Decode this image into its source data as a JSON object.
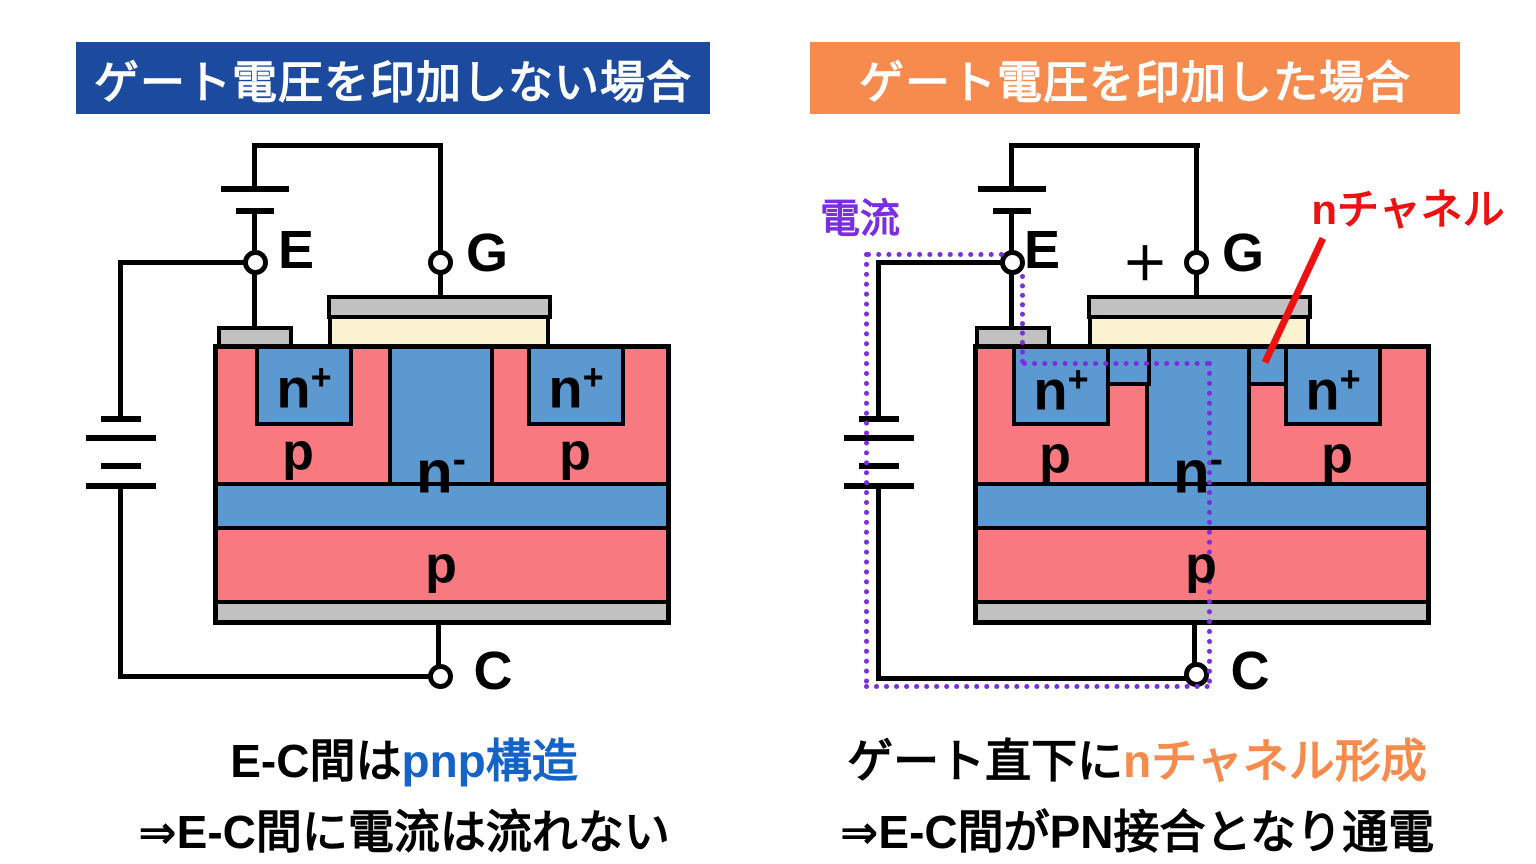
{
  "colors": {
    "line": "#000000",
    "p_region": "#f8797f",
    "n_region": "#5b99d0",
    "metal": "#c1c1c1",
    "oxide": "#fbf2d1",
    "header_left_bg": "#1b4a9e",
    "header_right_bg": "#f68b4d",
    "caption_left_accent": "#1464c8",
    "caption_right_accent": "#f68b4d",
    "current": "#7b2ee0",
    "annotation": "#ee1111"
  },
  "panels": {
    "left": {
      "header": "ゲート電圧を印加しない場合",
      "caption_prefix": "E-C間は",
      "caption_highlight": "pnp構造",
      "caption_line2": "⇒E-C間に電流は流れない"
    },
    "right": {
      "header": "ゲート電圧を印加した場合",
      "current_label": "電流",
      "nchannel_label": "nチャネル",
      "plus_sign": "＋",
      "caption_prefix": "ゲート直下に",
      "caption_highlight": "nチャネル形成",
      "caption_line2": "⇒E-C間がPN接合となり通電"
    }
  },
  "terminals": {
    "emitter": "E",
    "gate": "G",
    "collector": "C"
  },
  "regions": {
    "n_plus_base": "n",
    "n_plus_sup": "+",
    "n_minus_base": "n",
    "n_minus_sup": "-",
    "p_well": "p",
    "p_substrate": "p"
  }
}
